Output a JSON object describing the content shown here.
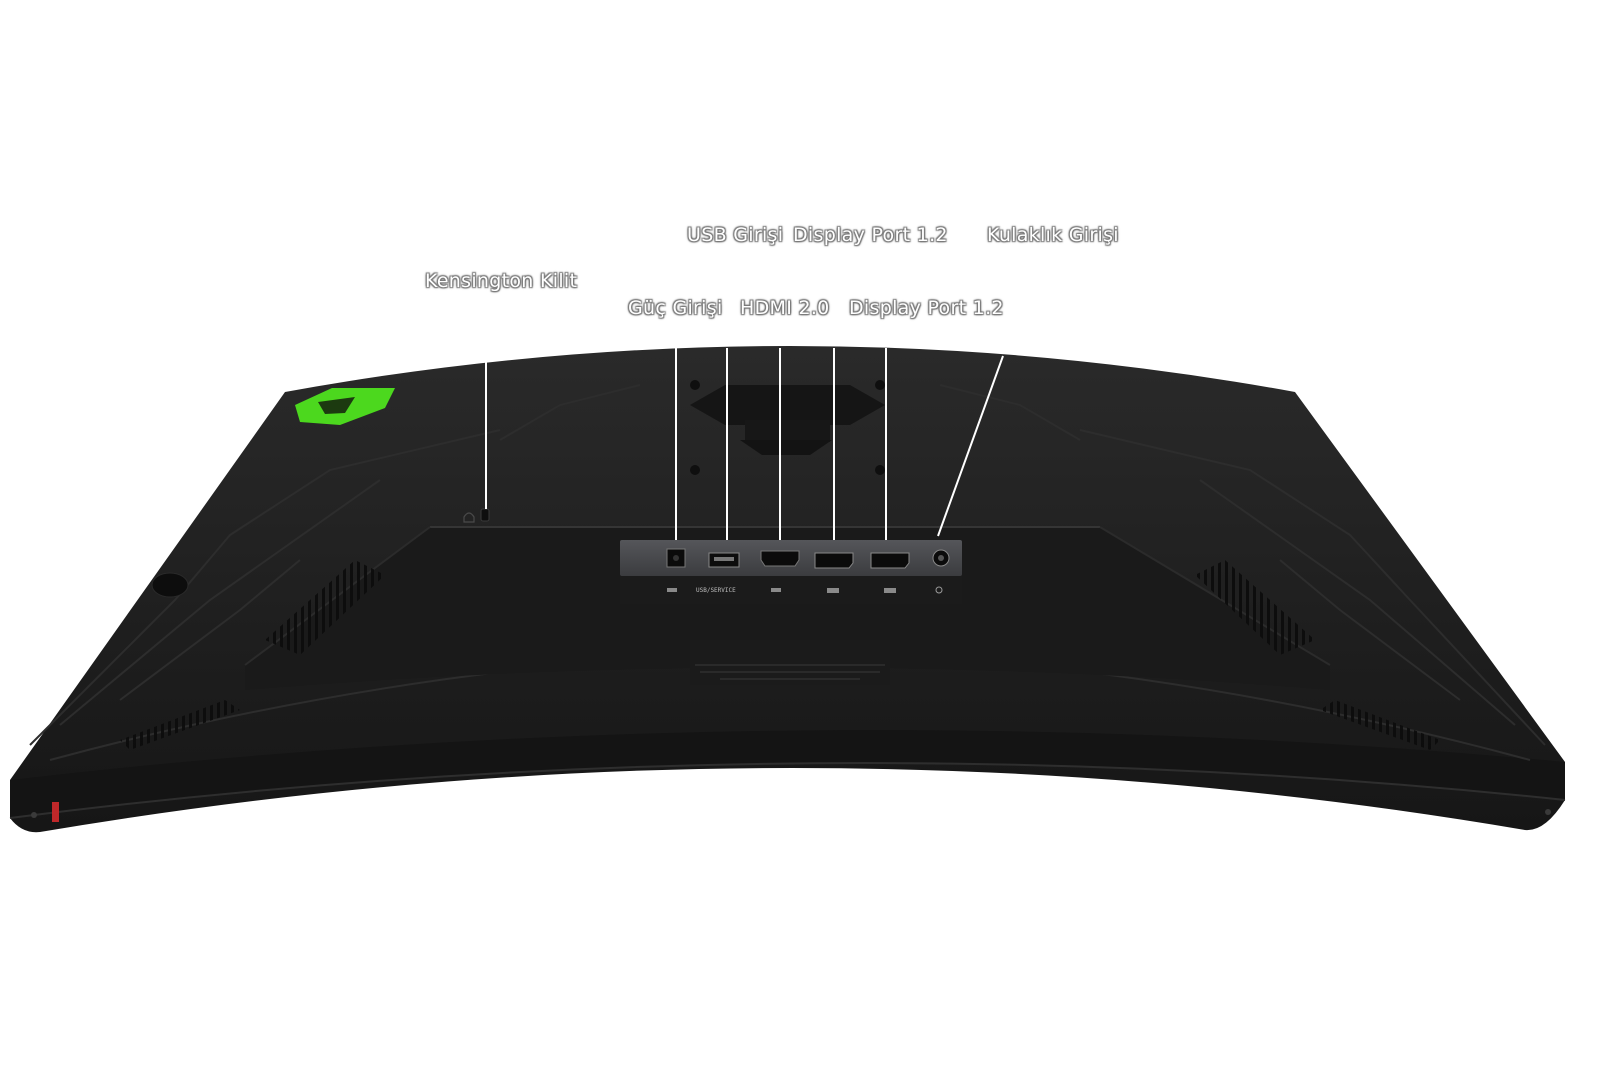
{
  "callouts": {
    "usb": "USB Girişi",
    "dp_top": "Display Port 1.2",
    "headphone": "Kulaklık Girişi",
    "kensington": "Kensington Kilit",
    "power": "Güç Girişi",
    "hdmi": "HDMI 2.0",
    "dp_bottom": "Display Port 1.2"
  },
  "port_labels": {
    "usb": "USB/SERVICE"
  },
  "colors": {
    "body": "#1f1f1f",
    "logo": "#4cd81e",
    "accent_red": "#c0282a",
    "port_panel": "#4a4b4e"
  },
  "icons": {
    "logo": "monster-logo-icon",
    "kensington": "lock-icon",
    "headphone": "headphone-icon"
  }
}
